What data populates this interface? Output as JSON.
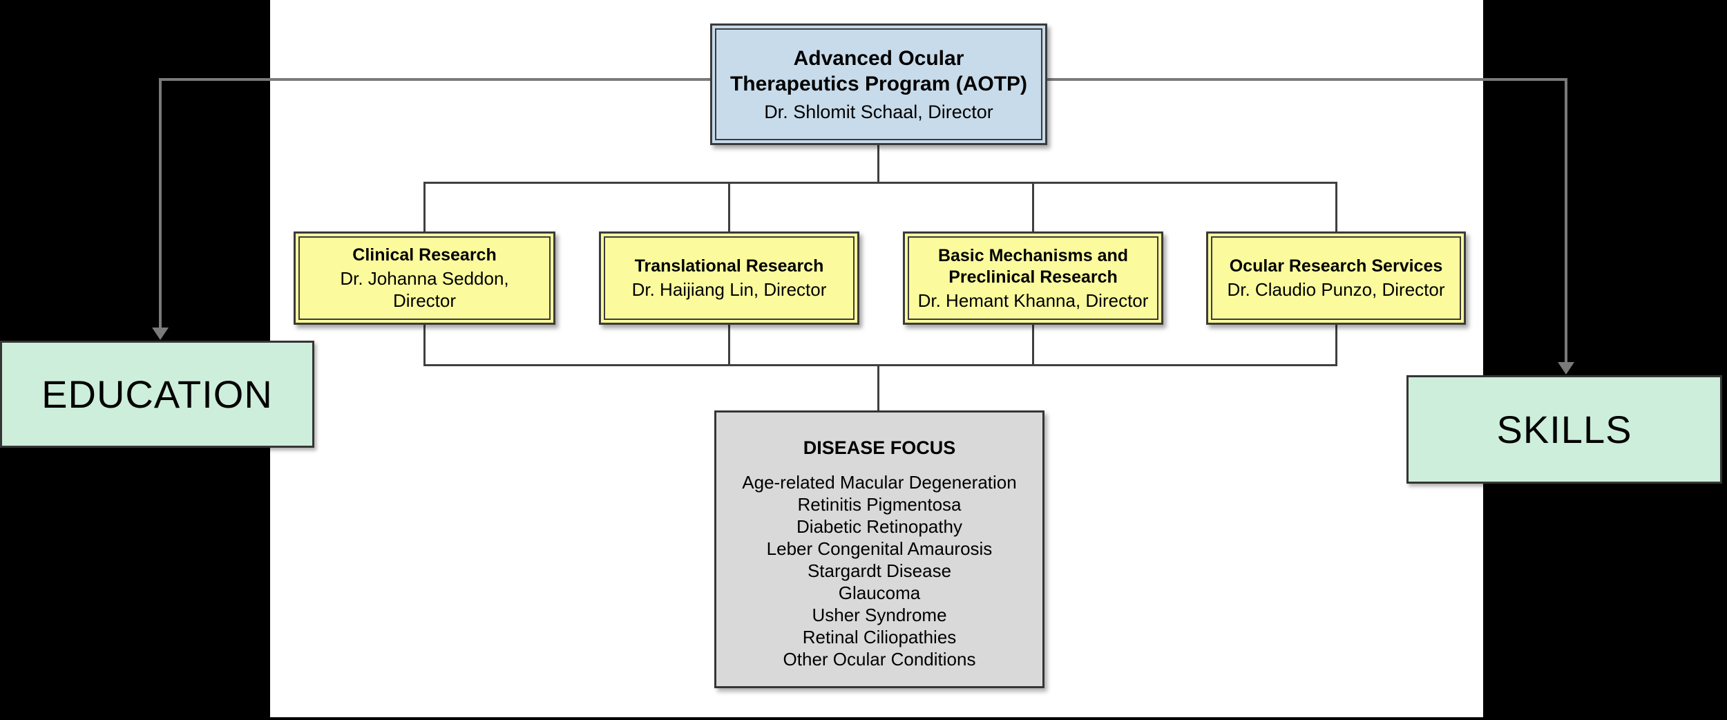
{
  "colors": {
    "background": "#000000",
    "slide": "#FFFFFF",
    "root_fill": "#C8DBEA",
    "department_fill": "#FBFB9E",
    "focus_fill": "#D9D9D9",
    "side_fill": "#CDEEDA",
    "border_dark": "#3B3B3B",
    "connector_gray": "#7A7A7A"
  },
  "root": {
    "title_line1": "Advanced Ocular",
    "title_line2": "Therapeutics Program (AOTP)",
    "director": "Dr. Shlomit Schaal, Director"
  },
  "departments": [
    {
      "title": "Clinical Research",
      "director": "Dr. Johanna Seddon, Director"
    },
    {
      "title": "Translational Research",
      "director": "Dr. Haijiang Lin, Director"
    },
    {
      "title": "Basic Mechanisms and Preclinical Research",
      "director": "Dr. Hemant Khanna, Director"
    },
    {
      "title": "Ocular Research Services",
      "director": "Dr. Claudio Punzo, Director"
    }
  ],
  "disease_focus": {
    "title": "DISEASE FOCUS",
    "items": [
      "Age-related Macular Degeneration",
      "Retinitis Pigmentosa",
      "Diabetic Retinopathy",
      "Leber Congenital Amaurosis",
      "Stargardt Disease",
      "Glaucoma",
      "Usher Syndrome",
      "Retinal Ciliopathies",
      "Other Ocular Conditions"
    ]
  },
  "side_labels": {
    "education": "EDUCATION",
    "skills": "SKILLS"
  }
}
